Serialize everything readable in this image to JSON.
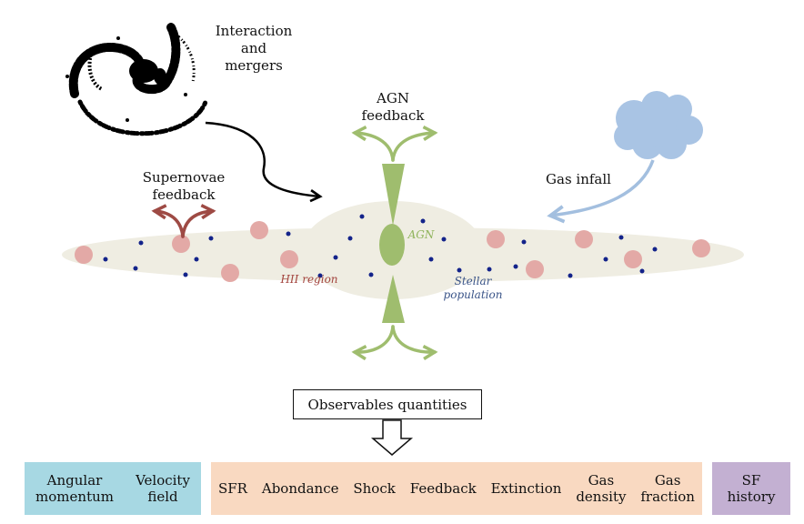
{
  "labels": {
    "interaction": [
      "Interaction",
      "and",
      "mergers"
    ],
    "agn_feedback": [
      "AGN",
      "feedback"
    ],
    "supernovae": [
      "Supernovae",
      "feedback"
    ],
    "gas_infall": "Gas infall",
    "agn": "AGN",
    "hii_region": "HII region",
    "stellar_population": [
      "Stellar",
      "population"
    ]
  },
  "observables_title": "Observables quantities",
  "boxes": {
    "blue": [
      "Angular momentum",
      "Velocity field"
    ],
    "orange": [
      "SFR",
      "Abondance",
      "Shock",
      "Feedback",
      "Extinction",
      "Gas density",
      "Gas fraction"
    ],
    "purple": [
      "SF history"
    ]
  },
  "box_cells": {
    "angular": [
      "Angular",
      "momentum"
    ],
    "velocity": [
      "Velocity",
      "field"
    ],
    "sfr": "SFR",
    "abondance": "Abondance",
    "shock": "Shock",
    "feedback": "Feedback",
    "extinction": "Extinction",
    "gas_density": [
      "Gas",
      "density"
    ],
    "gas_fraction": [
      "Gas",
      "fraction"
    ],
    "sf_history": [
      "SF",
      "history"
    ]
  },
  "colors": {
    "disk": "#efede2",
    "hii": "#e3a9a6",
    "star": "#13238a",
    "agn_green": "#9fbd6e",
    "supernova_arrow": "#9e4a44",
    "infall_arrow": "#a3bfdf",
    "cloud": "#a9c4e4",
    "blue_box": "#a7d8e3",
    "orange_box": "#f9d9c1",
    "purple_box": "#c3b0d2",
    "hii_label": "#a3443e",
    "stellar_label": "#3a5488",
    "agn_label": "#8fb35b"
  },
  "icons": [
    "galaxy-merger-icon",
    "gas-cloud-icon",
    "down-arrow-icon"
  ]
}
